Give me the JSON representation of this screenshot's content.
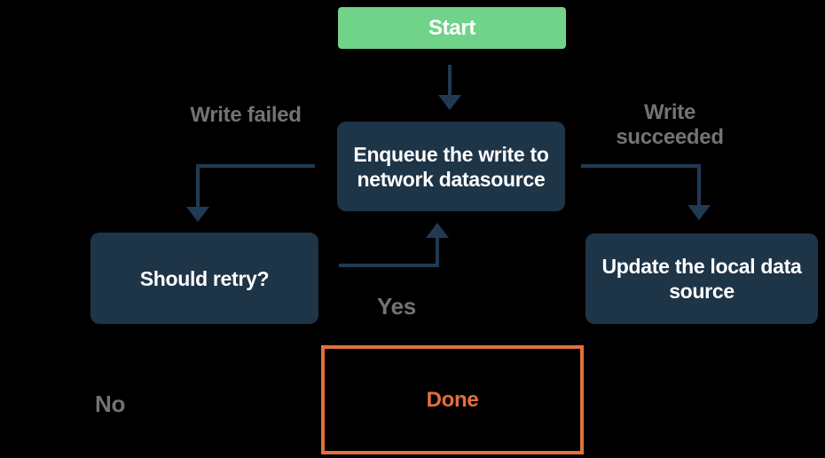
{
  "diagram": {
    "description": "Flowchart of an offline-first write operation",
    "colors": {
      "background": "#000000",
      "start_fill": "#70d389",
      "node_fill": "#1e3447",
      "node_text": "#ffffff",
      "connector": "#203a52",
      "label_text": "#737373",
      "done_accent": "#e2703c"
    },
    "nodes": {
      "start": {
        "label": "Start"
      },
      "enqueue": {
        "label": "Enqueue the write to network datasource"
      },
      "should_retry": {
        "label": "Should retry?"
      },
      "update_local": {
        "label": "Update the local data source"
      },
      "done": {
        "label": "Done"
      }
    },
    "edge_labels": {
      "write_failed": "Write failed",
      "write_succeeded": "Write succeeded",
      "yes": "Yes",
      "no": "No"
    }
  }
}
